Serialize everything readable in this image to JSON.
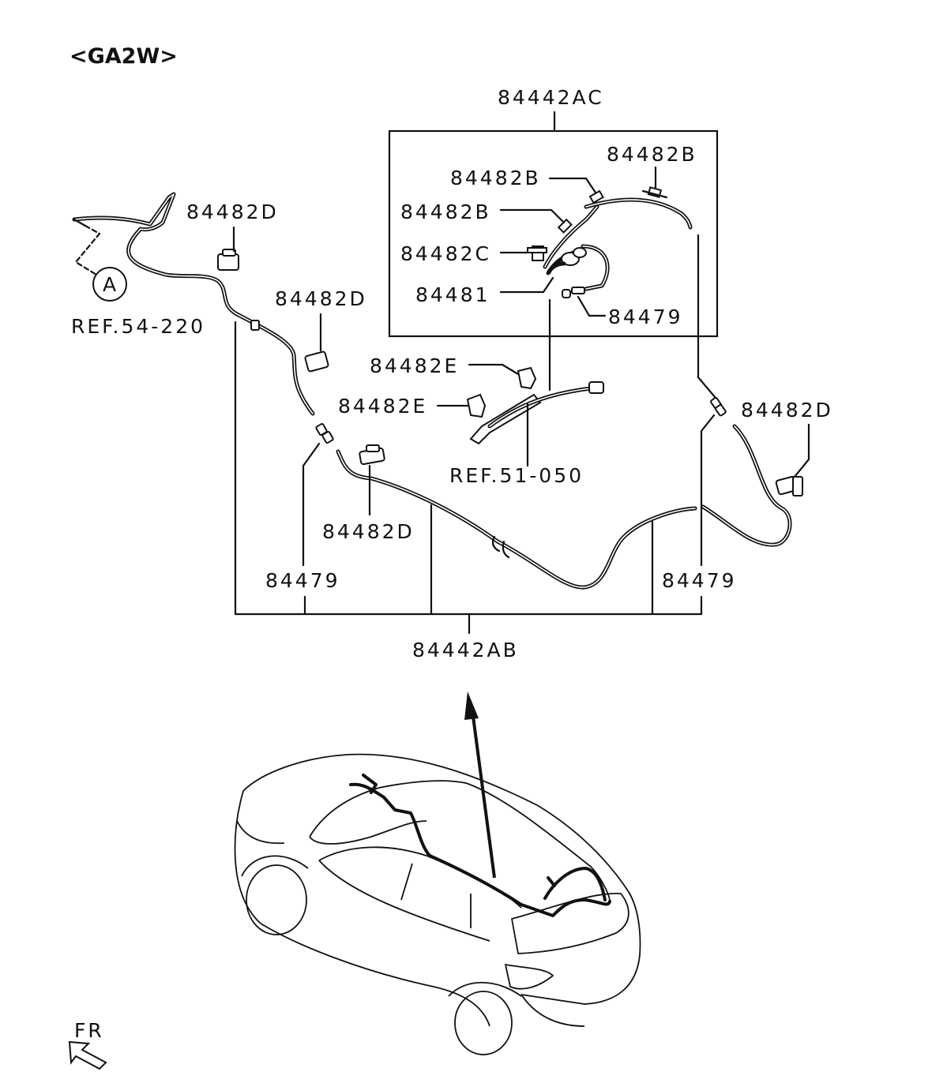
{
  "header": {
    "variant": "<GA2W>"
  },
  "labels": {
    "p84442AC": "84442AC",
    "p84482B_right": "84482B",
    "p84482B_mid": "84482B",
    "p84482B_left": "84482B",
    "p84482C": "84482C",
    "p84481": "84481",
    "p84479_box": "84479",
    "p84482D_top": "84482D",
    "p84482D_mid": "84482D",
    "p84482D_right": "84482D",
    "p84482D_bottom": "84482D",
    "p84482E_top": "84482E",
    "p84482E_bottom": "84482E",
    "ref51": "REF.51-050",
    "ref54": "REF.54-220",
    "callout_a": "A",
    "p84479_left": "84479",
    "p84479_right": "84479",
    "p84442AB": "84442AB",
    "front_mark": "FR"
  },
  "icons": {
    "front_arrow": "front-direction-arrow-icon"
  }
}
